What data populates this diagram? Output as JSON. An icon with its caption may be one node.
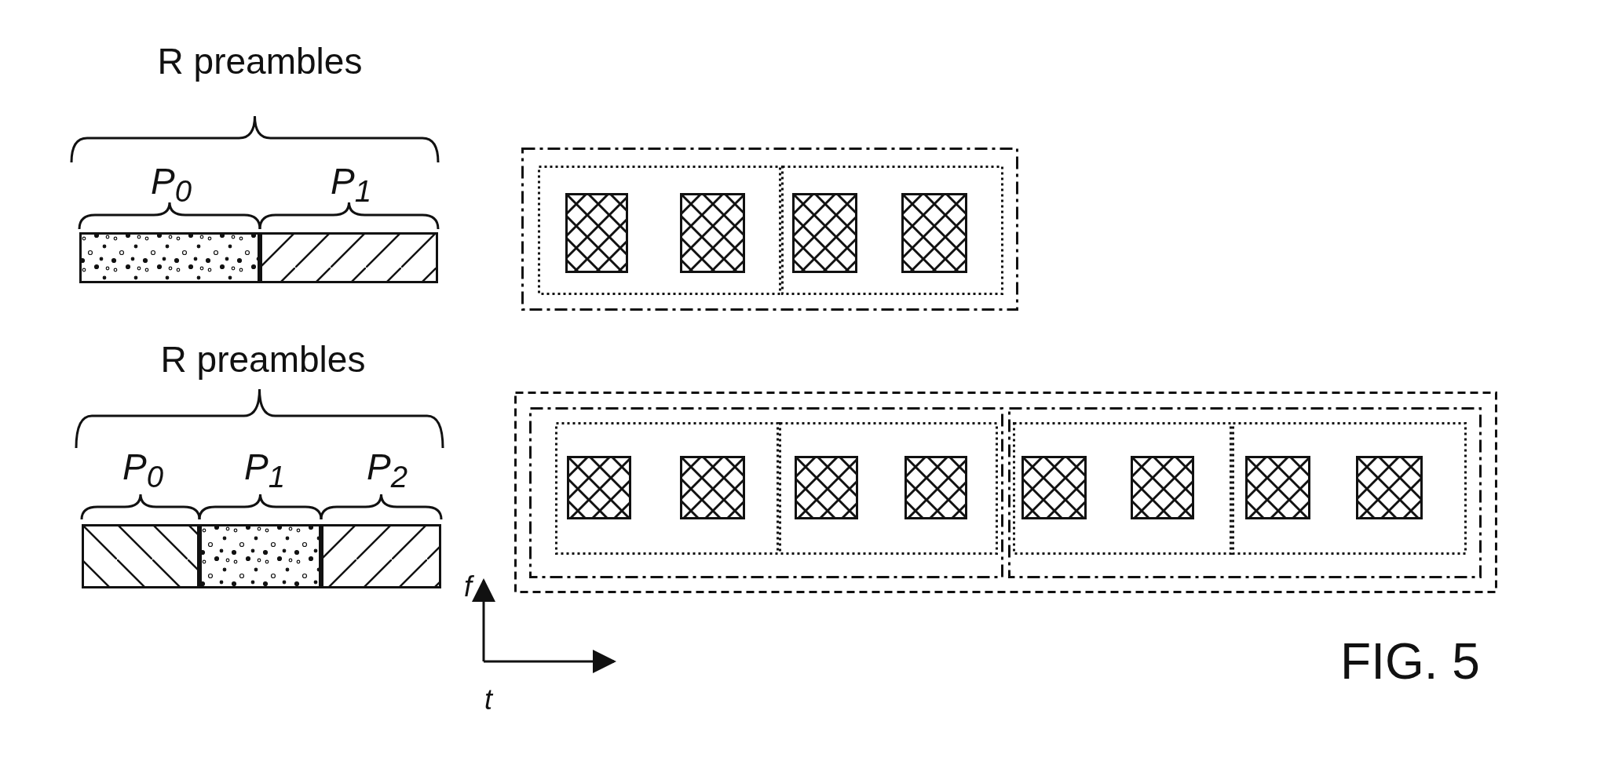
{
  "diagram": {
    "nodes": [
      {
        "text": [],
        "shape": "box"
      },
      {
        "text": [],
        "shape": "box"
      },
      {
        "text": [],
        "shape": "box"
      },
      {
        "text": [],
        "shape": "box",
        "in": 2
      },
      {
        "text": [],
        "shape": "box",
        "in": 2
      },
      {
        "text": [],
        "shape": "box",
        "in": 3
      },
      {
        "text": [],
        "shape": "box",
        "in": 3
      },
      {
        "text": [],
        "shape": "box",
        "in": 4
      },
      {
        "text": [],
        "shape": "box",
        "in": 4
      },
      {
        "text": [],
        "shape": "box"
      },
      {
        "text": [],
        "shape": "box"
      },
      {
        "text": [],
        "shape": "box"
      },
      {
        "text": [],
        "shape": "box"
      },
      {
        "text": [],
        "shape": "box",
        "in": 12
      },
      {
        "text": [],
        "shape": "box",
        "in": 12
      },
      {
        "text": [],
        "shape": "box",
        "in": 13
      },
      {
        "text": [],
        "shape": "box",
        "in": 13
      },
      {
        "text": [],
        "shape": "box",
        "in": 14
      },
      {
        "text": [],
        "shape": "box",
        "in": 14
      },
      {
        "text": [],
        "shape": "box",
        "in": 15
      },
      {
        "text": [],
        "shape": "box",
        "in": 15
      },
      {
        "text": [],
        "shape": "box",
        "in": 16
      },
      {
        "text": [],
        "shape": "box",
        "in": 16
      },
      {
        "text": [],
        "shape": "box",
        "in": 17
      },
      {
        "text": [],
        "shape": "box",
        "in": 17
      },
      {
        "text": [],
        "shape": "box",
        "in": 18
      },
      {
        "text": [],
        "shape": "box",
        "in": 18
      }
    ],
    "edges": [],
    "labels": [
      "R preambles",
      "P$_{0}$",
      "P$_{1}$",
      "R preambles",
      "P$_{0}$",
      "P$_{1}$",
      "P$_{2}$",
      "f",
      "t",
      "FIG. 5"
    ]
  }
}
